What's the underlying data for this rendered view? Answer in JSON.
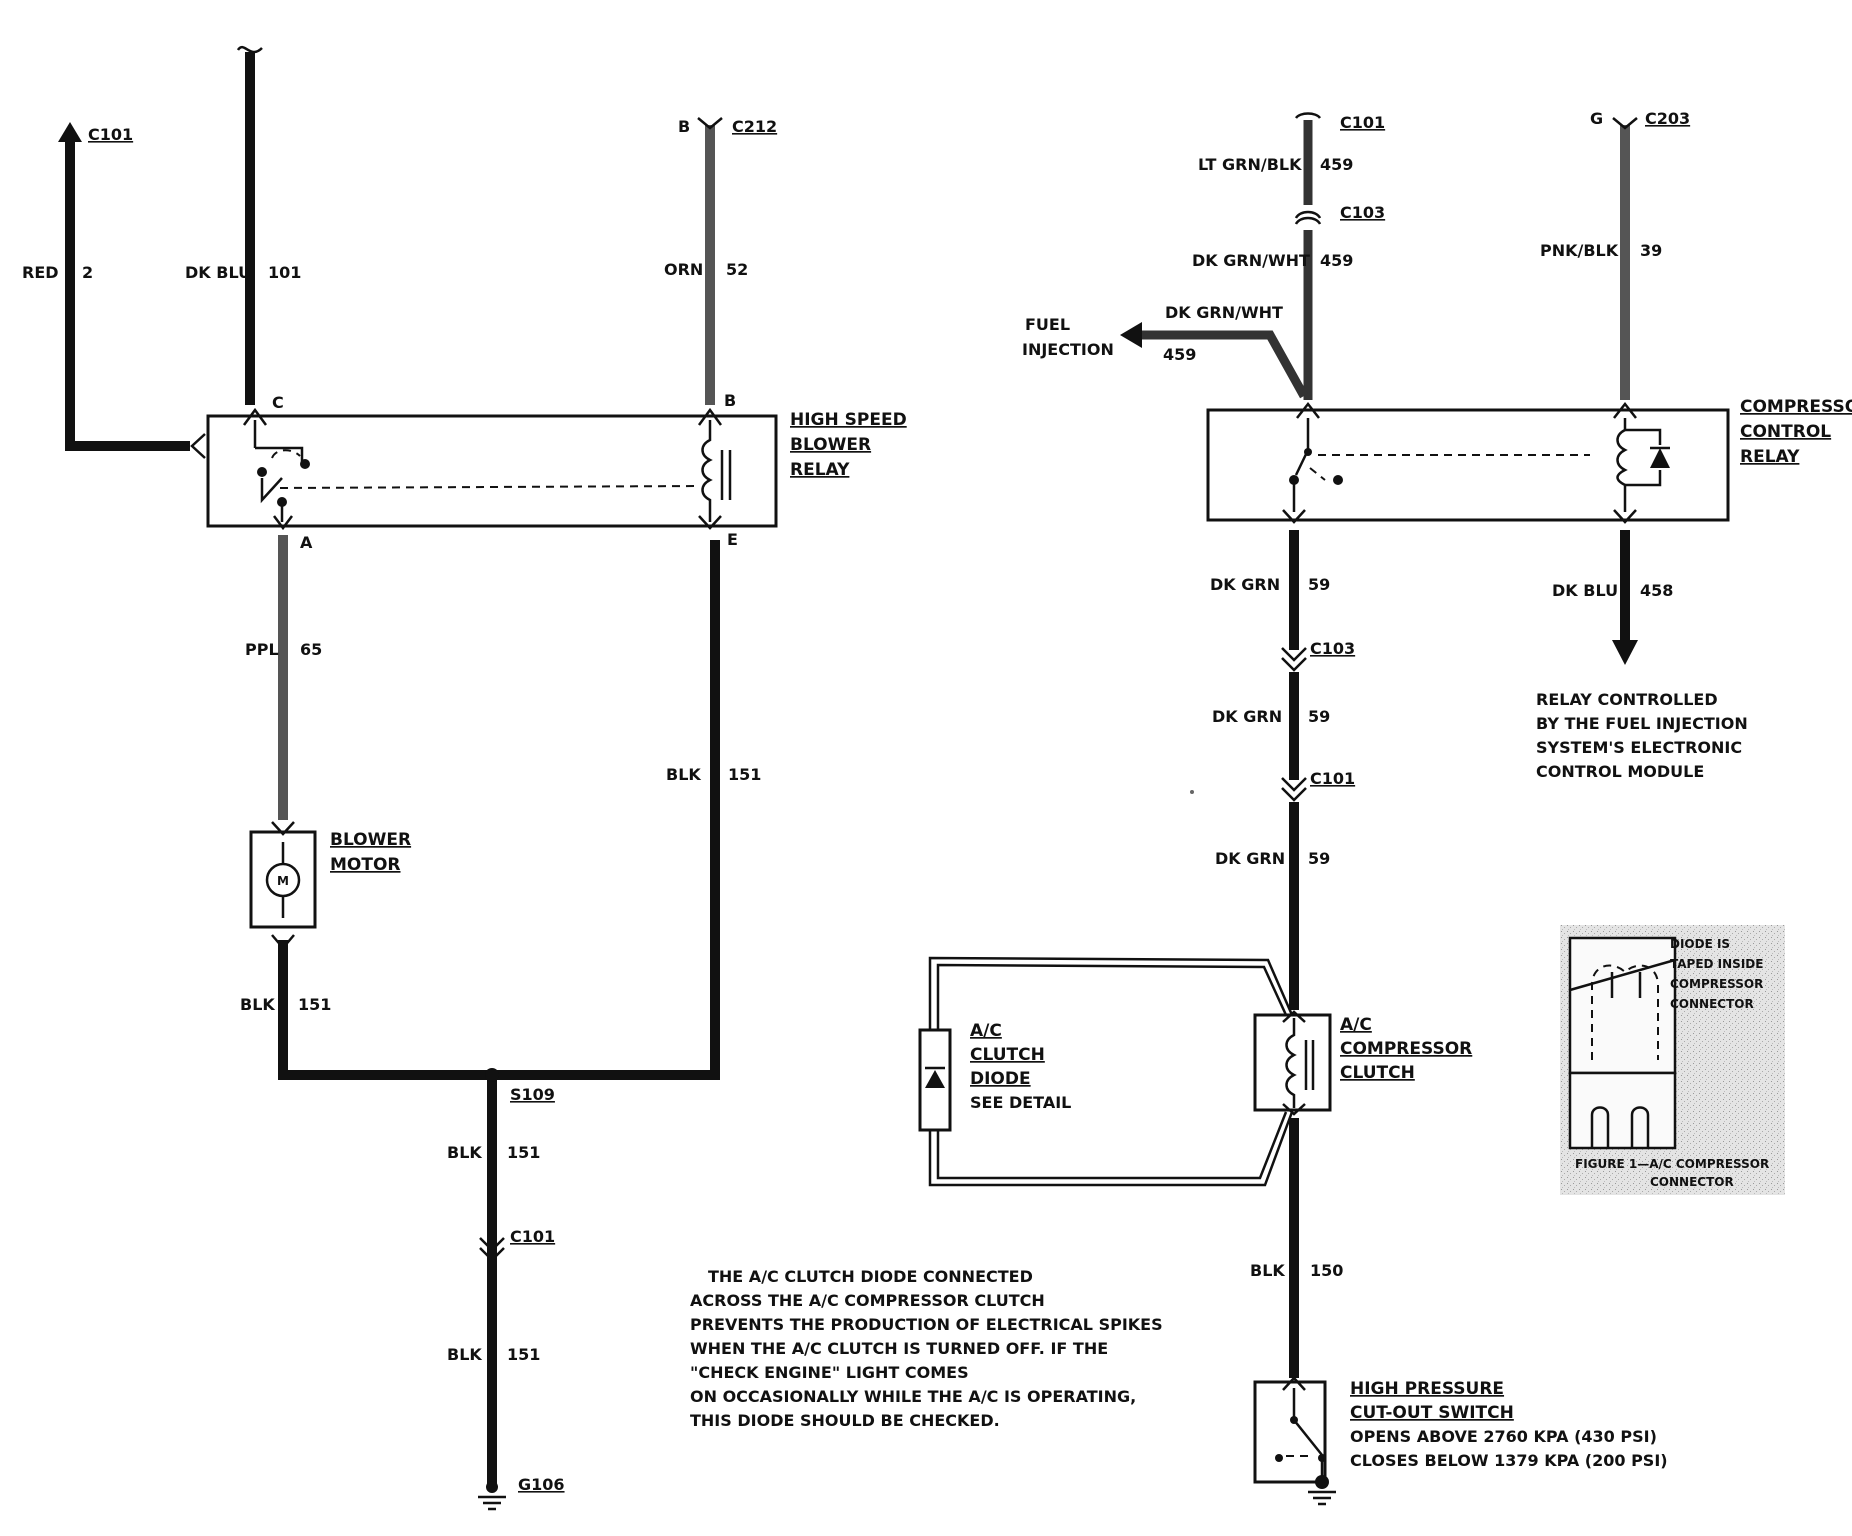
{
  "wires": {
    "red": {
      "color": "RED",
      "circuit": "2",
      "connector": "C101"
    },
    "dk_blu": {
      "color": "DK BLU",
      "circuit": "101"
    },
    "orn": {
      "color": "ORN",
      "circuit": "52",
      "connector": "C212",
      "pin": "B"
    },
    "ppl": {
      "color": "PPL",
      "circuit": "65"
    },
    "blk_151_right": {
      "color": "BLK",
      "circuit": "151"
    },
    "blk_151_motor": {
      "color": "BLK",
      "circuit": "151"
    },
    "blk_151_s109": {
      "color": "BLK",
      "circuit": "151"
    },
    "blk_151_ground": {
      "color": "BLK",
      "circuit": "151"
    },
    "lt_grn_blk": {
      "color": "LT GRN/BLK",
      "circuit": "459",
      "connector": "C101"
    },
    "dk_grn_wht": {
      "color": "DK GRN/WHT",
      "circuit": "459",
      "connector": "C103"
    },
    "fuel_inj": {
      "color": "DK GRN/WHT",
      "circuit": "459"
    },
    "pnk_blk": {
      "color": "PNK/BLK",
      "circuit": "39",
      "connector": "C203",
      "pin": "G"
    },
    "dk_grn_1": {
      "color": "DK GRN",
      "circuit": "59"
    },
    "dk_grn_2": {
      "color": "DK GRN",
      "circuit": "59"
    },
    "dk_grn_3": {
      "color": "DK GRN",
      "circuit": "59"
    },
    "dk_blu_458": {
      "color": "DK BLU",
      "circuit": "458"
    },
    "blk_150": {
      "color": "BLK",
      "circuit": "150"
    }
  },
  "connectors": {
    "c103_mid": "C103",
    "c101_mid": "C101",
    "s109": "S109",
    "c101_left": "C101",
    "g106": "G106"
  },
  "relay_pins": {
    "c": "C",
    "a": "A",
    "b": "B",
    "e": "E"
  },
  "components": {
    "high_speed_relay": [
      "HIGH SPEED",
      "BLOWER",
      "RELAY"
    ],
    "blower_motor": [
      "BLOWER",
      "MOTOR"
    ],
    "motor_symbol": "M",
    "compressor_relay": [
      "COMPRESSOR",
      "CONTROL",
      "RELAY"
    ],
    "ac_clutch_diode": [
      "A/C",
      "CLUTCH",
      "DIODE",
      "SEE DETAIL"
    ],
    "ac_compressor_clutch": [
      "A/C",
      "COMPRESSOR",
      "CLUTCH"
    ],
    "pressure_switch": [
      "HIGH PRESSURE",
      "CUT-OUT SWITCH",
      "OPENS ABOVE 2760  KPA (430 PSI)",
      "CLOSES BELOW 1379 KPA (200 PSI)"
    ]
  },
  "fuel_injection_label": [
    "FUEL",
    "INJECTION"
  ],
  "relay_note": [
    "RELAY CONTROLLED",
    "BY THE FUEL INJECTION",
    "SYSTEM'S ELECTRONIC",
    "CONTROL MODULE"
  ],
  "diode_note": [
    "THE A/C CLUTCH DIODE CONNECTED",
    "ACROSS THE A/C COMPRESSOR CLUTCH",
    "PREVENTS THE PRODUCTION OF ELECTRICAL SPIKES",
    "WHEN THE A/C CLUTCH IS TURNED OFF. IF THE",
    "\"CHECK ENGINE\" LIGHT COMES",
    "ON OCCASIONALLY WHILE THE A/C IS OPERATING,",
    "THIS DIODE SHOULD BE CHECKED."
  ],
  "detail_figure": {
    "note": [
      "DIODE IS",
      "TAPED INSIDE",
      "COMPRESSOR",
      "CONNECTOR"
    ],
    "caption": [
      "FIGURE 1—A/C COMPRESSOR",
      "CONNECTOR"
    ]
  }
}
